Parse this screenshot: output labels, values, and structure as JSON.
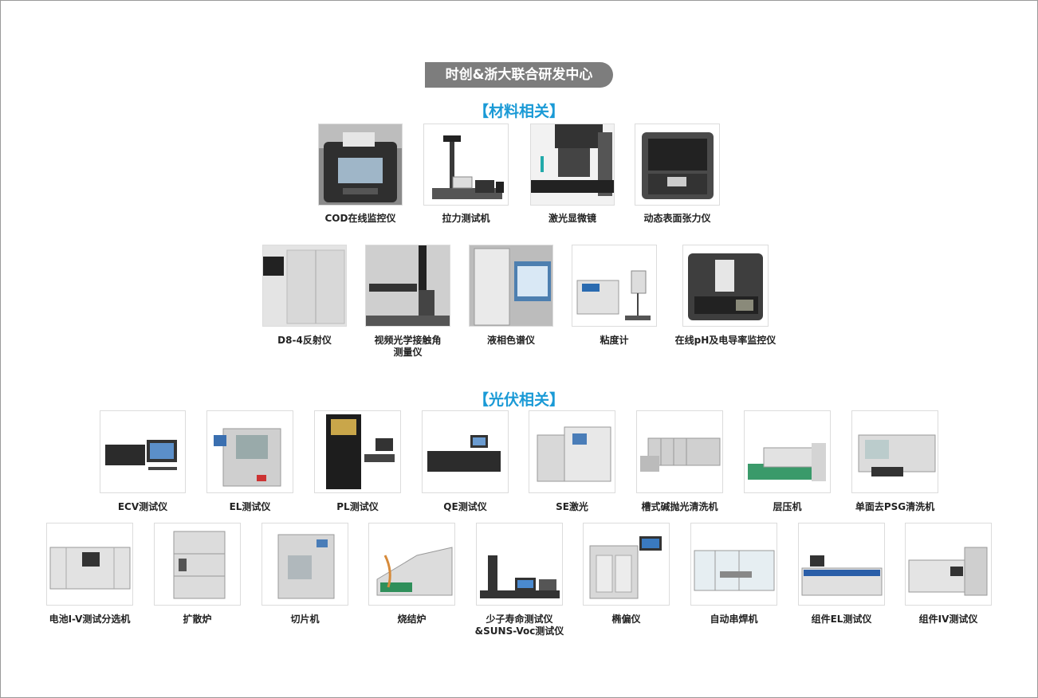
{
  "title": "时创&浙大联合研发中心",
  "sections": {
    "materials": "【材料相关】",
    "pv": "【光伏相关】"
  },
  "materials_row1": [
    "COD在线监控仪",
    "拉力测试机",
    "激光显微镜",
    "动态表面张力仪"
  ],
  "materials_row2": [
    {
      "line1": "D8-4反射仪",
      "line2": ""
    },
    {
      "line1": "视频光学接触角",
      "line2": "测量仪"
    },
    {
      "line1": "液相色谱仪",
      "line2": ""
    },
    {
      "line1": "粘度计",
      "line2": ""
    },
    {
      "line1": "在线pH及电导率监控仪",
      "line2": ""
    }
  ],
  "pv_row1": [
    "ECV测试仪",
    "EL测试仪",
    "PL测试仪",
    "QE测试仪",
    "SE激光",
    "槽式碱抛光清洗机",
    "层压机",
    "单面去PSG清洗机"
  ],
  "pv_row2": [
    {
      "line1": "电池I-V测试分选机",
      "line2": ""
    },
    {
      "line1": "扩散炉",
      "line2": ""
    },
    {
      "line1": "切片机",
      "line2": ""
    },
    {
      "line1": "烧结炉",
      "line2": ""
    },
    {
      "line1": "少子寿命测试仪",
      "line2": "&SUNS-Voc测试仪"
    },
    {
      "line1": "椭偏仪",
      "line2": ""
    },
    {
      "line1": "自动串焊机",
      "line2": ""
    },
    {
      "line1": "组件EL测试仪",
      "line2": ""
    },
    {
      "line1": "组件IV测试仪",
      "line2": ""
    }
  ],
  "pictograms": {
    "materials_row1": [
      "cod-monitor",
      "tensile-tester",
      "laser-microscope",
      "tensiometer-case"
    ],
    "materials_row2": [
      "reflectometer",
      "contact-angle-meter",
      "liquid-chromatograph",
      "viscometer",
      "ph-conductivity-case"
    ],
    "pv_row1": [
      "ecv-tester",
      "el-tester",
      "pl-tester",
      "qe-tester",
      "se-laser",
      "tank-cleaner",
      "laminator",
      "psg-cleaner"
    ],
    "pv_row2": [
      "iv-sorter",
      "diffusion-furnace",
      "dicing-machine",
      "sintering-furnace",
      "lifetime-tester",
      "ellipsometer",
      "stringer",
      "module-el-tester",
      "module-iv-tester"
    ]
  }
}
